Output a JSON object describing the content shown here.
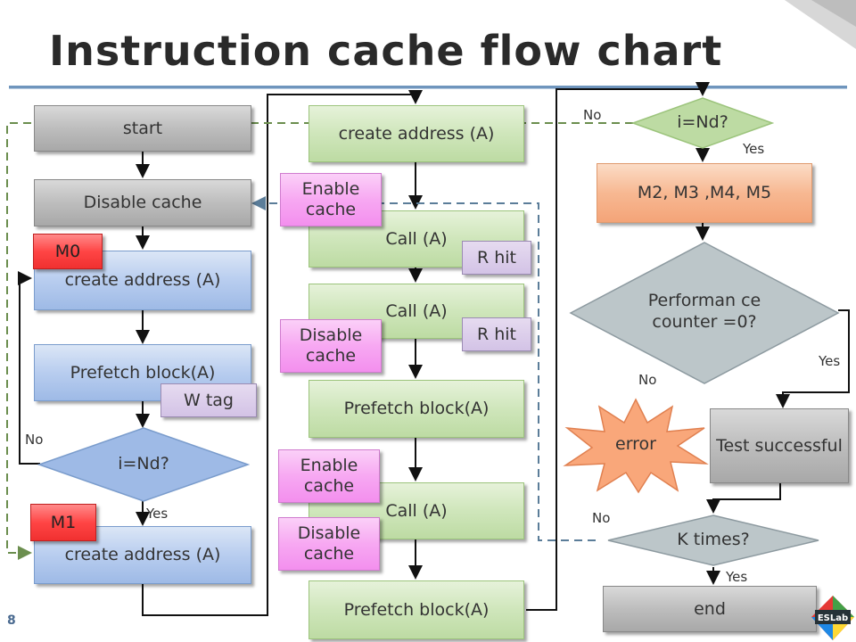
{
  "title": "Instruction cache flow chart",
  "page_number": "8",
  "logo_text": "ESLab",
  "col1": {
    "start": "start",
    "disable_cache": "Disable cache",
    "create_a1": "create address (A)",
    "prefetch": "Prefetch block(A)",
    "decision": "i=Nd?",
    "create_a2": "create address (A)",
    "tag_m0": "M0",
    "tag_wtag": "W tag",
    "tag_m1": "M1",
    "no": "No",
    "yes": "Yes"
  },
  "col2": {
    "create_abar": "create address (A)",
    "call1": "Call (A)",
    "call2": "Call (A)",
    "prefetch": "Prefetch block(A)",
    "call3": "Call (A)",
    "prefetch_bar": "Prefetch block(A)",
    "enable1": "Enable cache",
    "rhit1": "R hit",
    "disable1": "Disable cache",
    "rhit2": "R hit",
    "enable2": "Enable cache",
    "disable2": "Disable cache"
  },
  "col3": {
    "decision_i": "i=Nd?",
    "m_list": "M2, M3 ,M4, M5",
    "perf": "Performan ce counter =0?",
    "error": "error",
    "test": "Test successful",
    "ktimes": "K times?",
    "end": "end",
    "no_top": "No",
    "yes_top": "Yes",
    "yes_perf": "Yes",
    "no_perf": "No",
    "no_k": "No",
    "yes_k": "Yes"
  },
  "colors": {
    "title_rule": "#6f95bd",
    "dashed": "#6b8e4e",
    "dashed_blue": "#5b7d99"
  }
}
